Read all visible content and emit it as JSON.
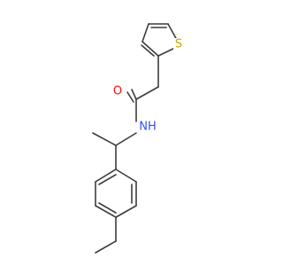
{
  "molecule": {
    "atom_labels": {
      "oxygen": "O",
      "nitrogen_hydrogen": "NH",
      "sulfur": "S"
    },
    "colors": {
      "bond": "#3c3c3c",
      "oxygen": "#ff0d0d",
      "nitrogen": "#3050f8",
      "sulfur": "#c6a500",
      "background": "#ffffff"
    }
  }
}
